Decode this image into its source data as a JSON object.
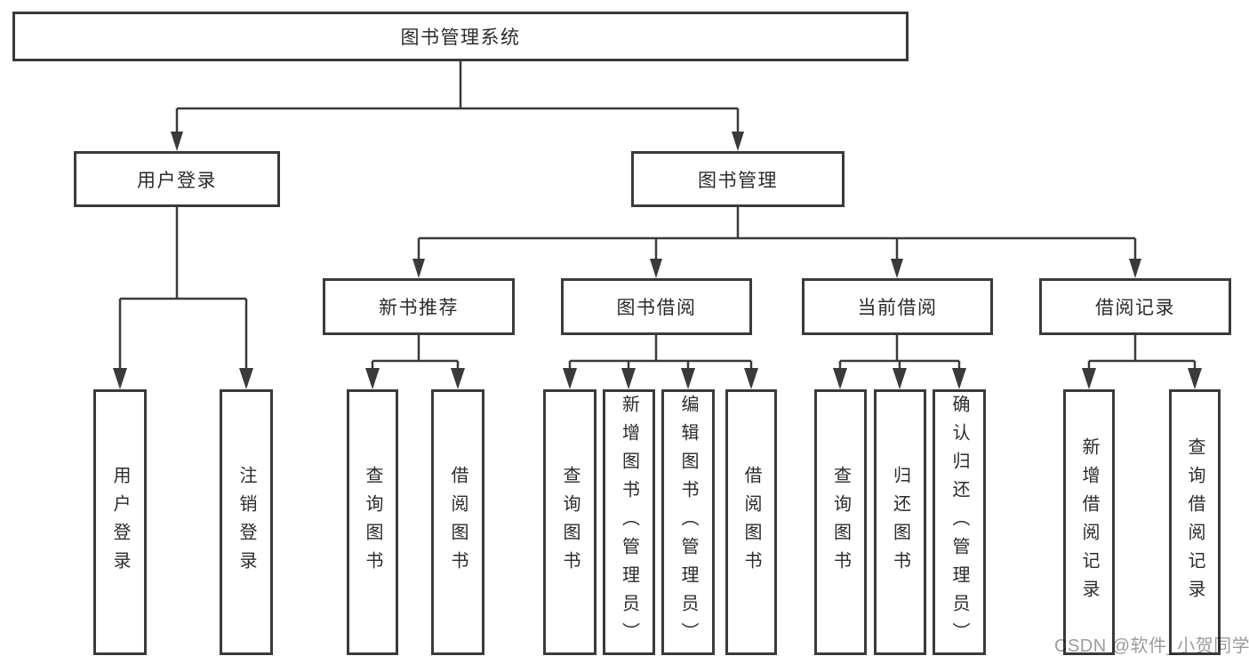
{
  "diagram": {
    "root": {
      "label": "图书管理系统"
    },
    "branches": [
      {
        "label": "用户登录",
        "children": [
          {
            "label": "用户登录"
          },
          {
            "label": "注销登录"
          }
        ]
      },
      {
        "label": "图书管理",
        "children": [
          {
            "label": "新书推荐",
            "children": [
              {
                "label": "查询图书"
              },
              {
                "label": "借阅图书"
              }
            ]
          },
          {
            "label": "图书借阅",
            "children": [
              {
                "label": "查询图书"
              },
              {
                "label": "新增图书（管理员）"
              },
              {
                "label": "编辑图书（管理员）"
              },
              {
                "label": "借阅图书"
              }
            ]
          },
          {
            "label": "当前借阅",
            "children": [
              {
                "label": "查询图书"
              },
              {
                "label": "归还图书"
              },
              {
                "label": "确认归还（管理员）"
              }
            ]
          },
          {
            "label": "借阅记录",
            "children": [
              {
                "label": "新增借阅记录"
              },
              {
                "label": "查询借阅记录"
              }
            ]
          }
        ]
      }
    ]
  },
  "watermark": {
    "text": "CSDN @软件_小贺同学"
  },
  "colors": {
    "line": "#3a3a3a",
    "box_border": "#3a3a3a",
    "box_background": "#ffffff",
    "text": "#2b2b2b",
    "watermark": "#9c9c9c",
    "page_background": "#ffffff"
  }
}
